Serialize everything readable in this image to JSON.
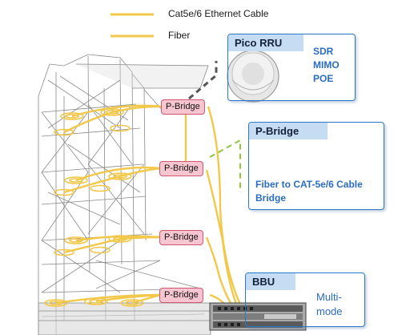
{
  "legend": {
    "items": [
      {
        "label": "Cat5e/6 Ethernet Cable",
        "color": "#f2c84a"
      },
      {
        "label": "Fiber",
        "color": "#f2c84a"
      }
    ]
  },
  "pico_rru": {
    "title": "Pico RRU",
    "features": [
      "SDR",
      "MIMO",
      "POE"
    ]
  },
  "p_bridge_callout": {
    "title": "P-Bridge",
    "description_line1": "Fiber to CAT-5e/6 Cable",
    "description_line2": "Bridge"
  },
  "bbu": {
    "title": "BBU",
    "mode_line1": "Multi-",
    "mode_line2": "mode"
  },
  "p_bridge_labels": [
    "P-Bridge",
    "P-Bridge",
    "P-Bridge",
    "P-Bridge"
  ],
  "colors": {
    "cable": "#f2c84a",
    "accent_blue": "#2a79c9",
    "title_fill": "#c6dcf3",
    "pbridge_fill": "#f6c6d0",
    "pbridge_border": "#d1566f",
    "connector_green": "#8dc63f",
    "connector_gray": "#555555"
  }
}
